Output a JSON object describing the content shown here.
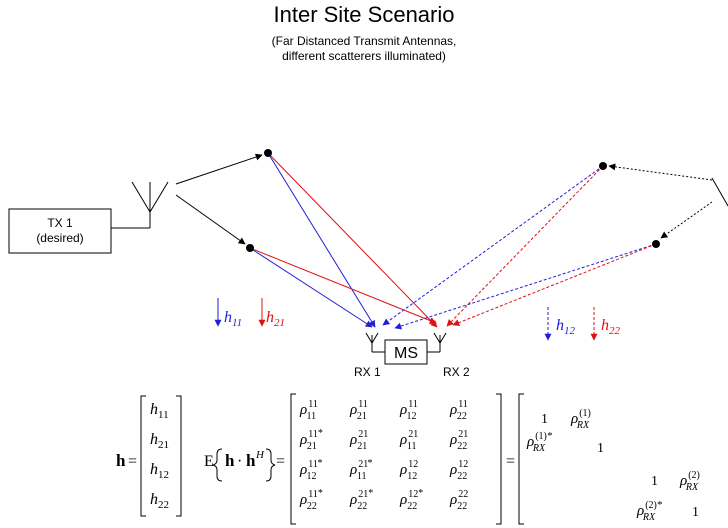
{
  "title": "Inter Site Scenario",
  "subtitle": [
    "(Far Distanced Transmit Antennas,",
    "different scatterers illuminated)"
  ],
  "tx": {
    "line1": "TX 1",
    "line2": "(desired)"
  },
  "rx": {
    "ms": "MS",
    "rx1": "RX 1",
    "rx2": "RX 2"
  },
  "channels": [
    {
      "base": "h",
      "sub": "11",
      "color": "#1f1fd6"
    },
    {
      "base": "h",
      "sub": "21",
      "color": "#e01010"
    },
    {
      "base": "h",
      "sub": "12",
      "color": "#1f1fd6"
    },
    {
      "base": "h",
      "sub": "22",
      "color": "#e01010"
    }
  ],
  "colors": {
    "blue": "#1f1fd6",
    "red": "#e01010",
    "black": "#000000"
  },
  "equation": {
    "h_symbol": "h",
    "equals": "=",
    "h_vector": [
      {
        "base": "h",
        "sub": "11"
      },
      {
        "base": "h",
        "sub": "21"
      },
      {
        "base": "h",
        "sub": "12"
      },
      {
        "base": "h",
        "sub": "22"
      }
    ],
    "expectation": "E",
    "dot": "·",
    "hermitian": "H",
    "rho_symbol": "ρ",
    "conj_mark": "*",
    "covariance": [
      [
        {
          "sup": "11",
          "sub": "11",
          "conj": false
        },
        {
          "sup": "11",
          "sub": "21",
          "conj": false
        },
        {
          "sup": "11",
          "sub": "12",
          "conj": false
        },
        {
          "sup": "11",
          "sub": "22",
          "conj": false
        }
      ],
      [
        {
          "sup": "11",
          "sub": "21",
          "conj": true
        },
        {
          "sup": "21",
          "sub": "21",
          "conj": false
        },
        {
          "sup": "21",
          "sub": "11",
          "conj": false
        },
        {
          "sup": "21",
          "sub": "22",
          "conj": false
        }
      ],
      [
        {
          "sup": "11",
          "sub": "12",
          "conj": true
        },
        {
          "sup": "21",
          "sub": "11",
          "conj": true
        },
        {
          "sup": "12",
          "sub": "12",
          "conj": false
        },
        {
          "sup": "12",
          "sub": "22",
          "conj": false
        }
      ],
      [
        {
          "sup": "11",
          "sub": "22",
          "conj": true
        },
        {
          "sup": "21",
          "sub": "22",
          "conj": true
        },
        {
          "sup": "12",
          "sub": "22",
          "conj": true
        },
        {
          "sup": "22",
          "sub": "22",
          "conj": false
        }
      ]
    ],
    "block_matrix": {
      "one": "1",
      "rho1_sup": "(1)",
      "rho1_sub": "RX",
      "rho2_sup": "(2)",
      "rho2_sub": "RX"
    }
  }
}
